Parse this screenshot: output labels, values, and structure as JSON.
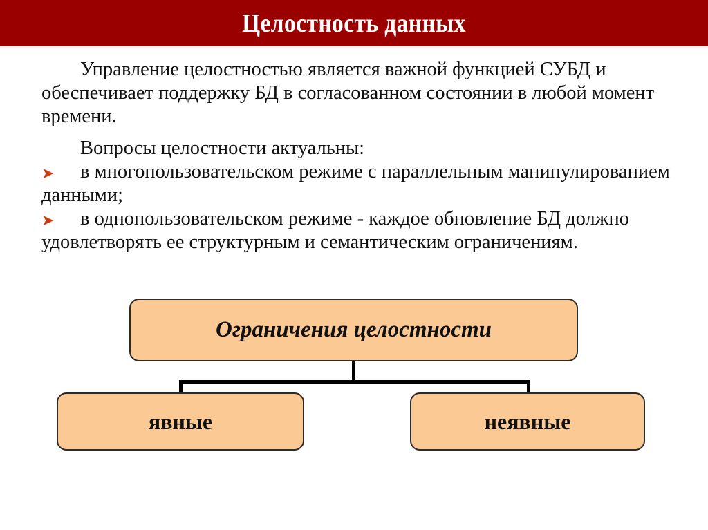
{
  "slide": {
    "title": "Целостность данных",
    "colors": {
      "header_bg": "#9b0000",
      "header_text": "#ffffff",
      "box_fill": "#fbc993",
      "bullet_arrow": "#d23a12"
    }
  },
  "content": {
    "paragraph1": "Управление целостностью является важной функцией СУБД и обеспечивает поддержку БД в согласованном состоянии в любой момент времени.",
    "paragraph2_intro": "Вопросы целостности актуальны:",
    "bullets": [
      {
        "icon": "arrow-bullet-icon",
        "text": "в многопользовательском режиме с параллельным манипулированием данными;"
      },
      {
        "icon": "arrow-bullet-icon",
        "text": "в однопользовательском режиме - каждое обновление БД должно удовлетворять ее структурным и семантическим ограничениям."
      }
    ]
  },
  "diagram": {
    "root": "Ограничения целостности",
    "children": [
      "явные",
      "неявные"
    ]
  }
}
